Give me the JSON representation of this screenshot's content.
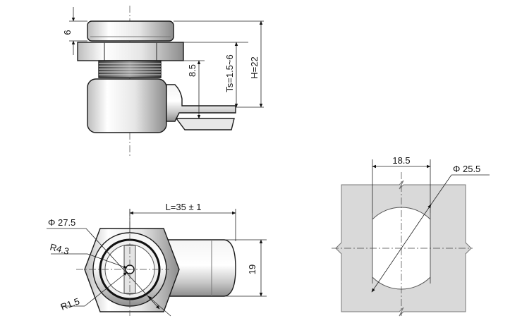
{
  "diagram": {
    "side_view": {
      "dim_6": "6",
      "dim_ts": "Ts=1.5~6",
      "dim_h": "H=22",
      "dim_85": "8.5"
    },
    "front_view": {
      "dim_phi": "Φ 27.5",
      "dim_r43": "R4.3",
      "dim_r15": "R1.5",
      "dim_l": "L=35 ± 1",
      "dim_19": "19"
    },
    "cutout": {
      "dim_185": "18.5",
      "dim_phi255": "Φ 25.5"
    }
  }
}
